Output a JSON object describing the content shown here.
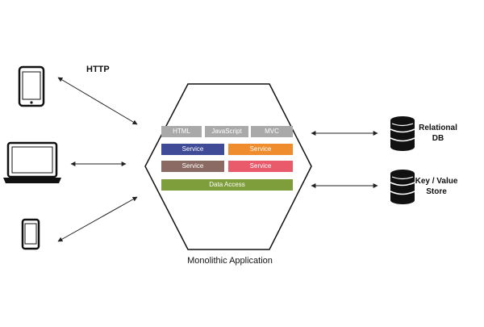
{
  "diagram": {
    "protocol_label": "HTTP",
    "application_label": "Monolithic Application",
    "stack": {
      "row1": [
        "HTML",
        "JavaScript",
        "MVC"
      ],
      "row2": [
        "Service",
        "Service"
      ],
      "row3": [
        "Service",
        "Service"
      ],
      "row4": "Data Access"
    },
    "databases": [
      {
        "line1": "Relational",
        "line2": "DB"
      },
      {
        "line1": "Key / Value",
        "line2": "Store"
      }
    ],
    "clients": [
      "tablet-icon",
      "laptop-icon",
      "phone-icon"
    ],
    "colors": {
      "ui_layer": "#a9a9a9",
      "service_blue": "#3f4b97",
      "service_orange": "#ef8c2d",
      "service_brown": "#8a6a63",
      "service_pink": "#e95a6b",
      "data_access": "#7d9e3a"
    }
  }
}
